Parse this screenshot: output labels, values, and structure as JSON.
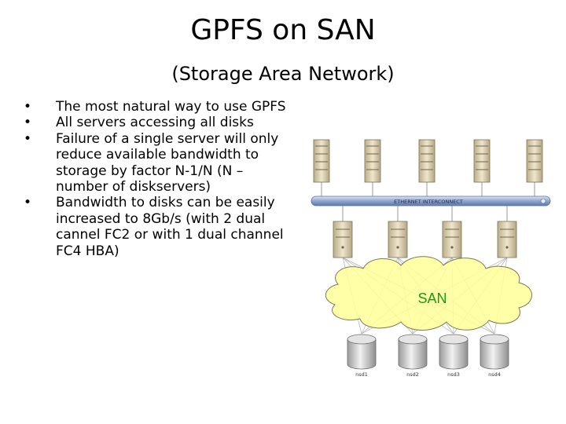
{
  "slide": {
    "title": "GPFS on SAN",
    "subtitle": "(Storage Area Network)"
  },
  "bullets": [
    "The most natural way to use GPFS",
    "All servers accessing all disks",
    "Failure of a single server will only reduce available bandwidth to storage by factor N-1/N (N – number of diskservers)",
    "Bandwidth to disks can be easily  increased to 8Gb/s (with 2 dual cannel FC2 or with 1 dual channel FC4 HBA)"
  ],
  "diagram": {
    "interconnect_label": "ETHERNET INTERCONNECT",
    "san_label": "SAN",
    "disks": [
      "nsd1",
      "nsd2",
      "nsd3",
      "nsd4"
    ],
    "colors": {
      "bus": "#7d96c2",
      "san_cloud": "#ffff99",
      "san_text": "#1a9a1a",
      "server": "#d7cba6",
      "disk": "#cfcfcf"
    }
  }
}
